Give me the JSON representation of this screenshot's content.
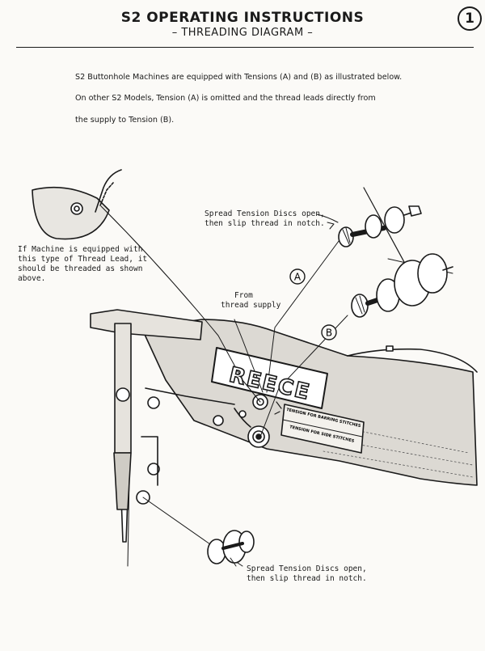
{
  "header": {
    "title": "S2 OPERATING INSTRUCTIONS",
    "subtitle": "– THREADING DIAGRAM –",
    "page_number": "1"
  },
  "intro": {
    "line1": "S2 Buttonhole Machines are equipped with Tensions (A) and (B) as illustrated below.",
    "line2": "On other S2 Models, Tension (A) is omitted and the thread leads directly from",
    "line3": "the supply to Tension (B)."
  },
  "callouts": {
    "top_tension_line1": "Spread Tension Discs open,",
    "top_tension_line2": "then slip thread in notch.",
    "thread_lead_line1": "If Machine is equipped with",
    "thread_lead_line2": "this type of Thread Lead, it",
    "thread_lead_line3": "should be threaded as shown",
    "thread_lead_line4": "above.",
    "from_supply_line1": "From",
    "from_supply_line2": "thread supply",
    "bottom_tension_line1": "Spread Tension Discs open,",
    "bottom_tension_line2": "then slip thread in notch."
  },
  "diagram": {
    "label_a": "A",
    "label_b": "B",
    "brand": "REECE",
    "plate_top": "TENSION FOR BARRING STITCHES",
    "plate_bottom": "TENSION FOR SIDE STITCHES"
  }
}
